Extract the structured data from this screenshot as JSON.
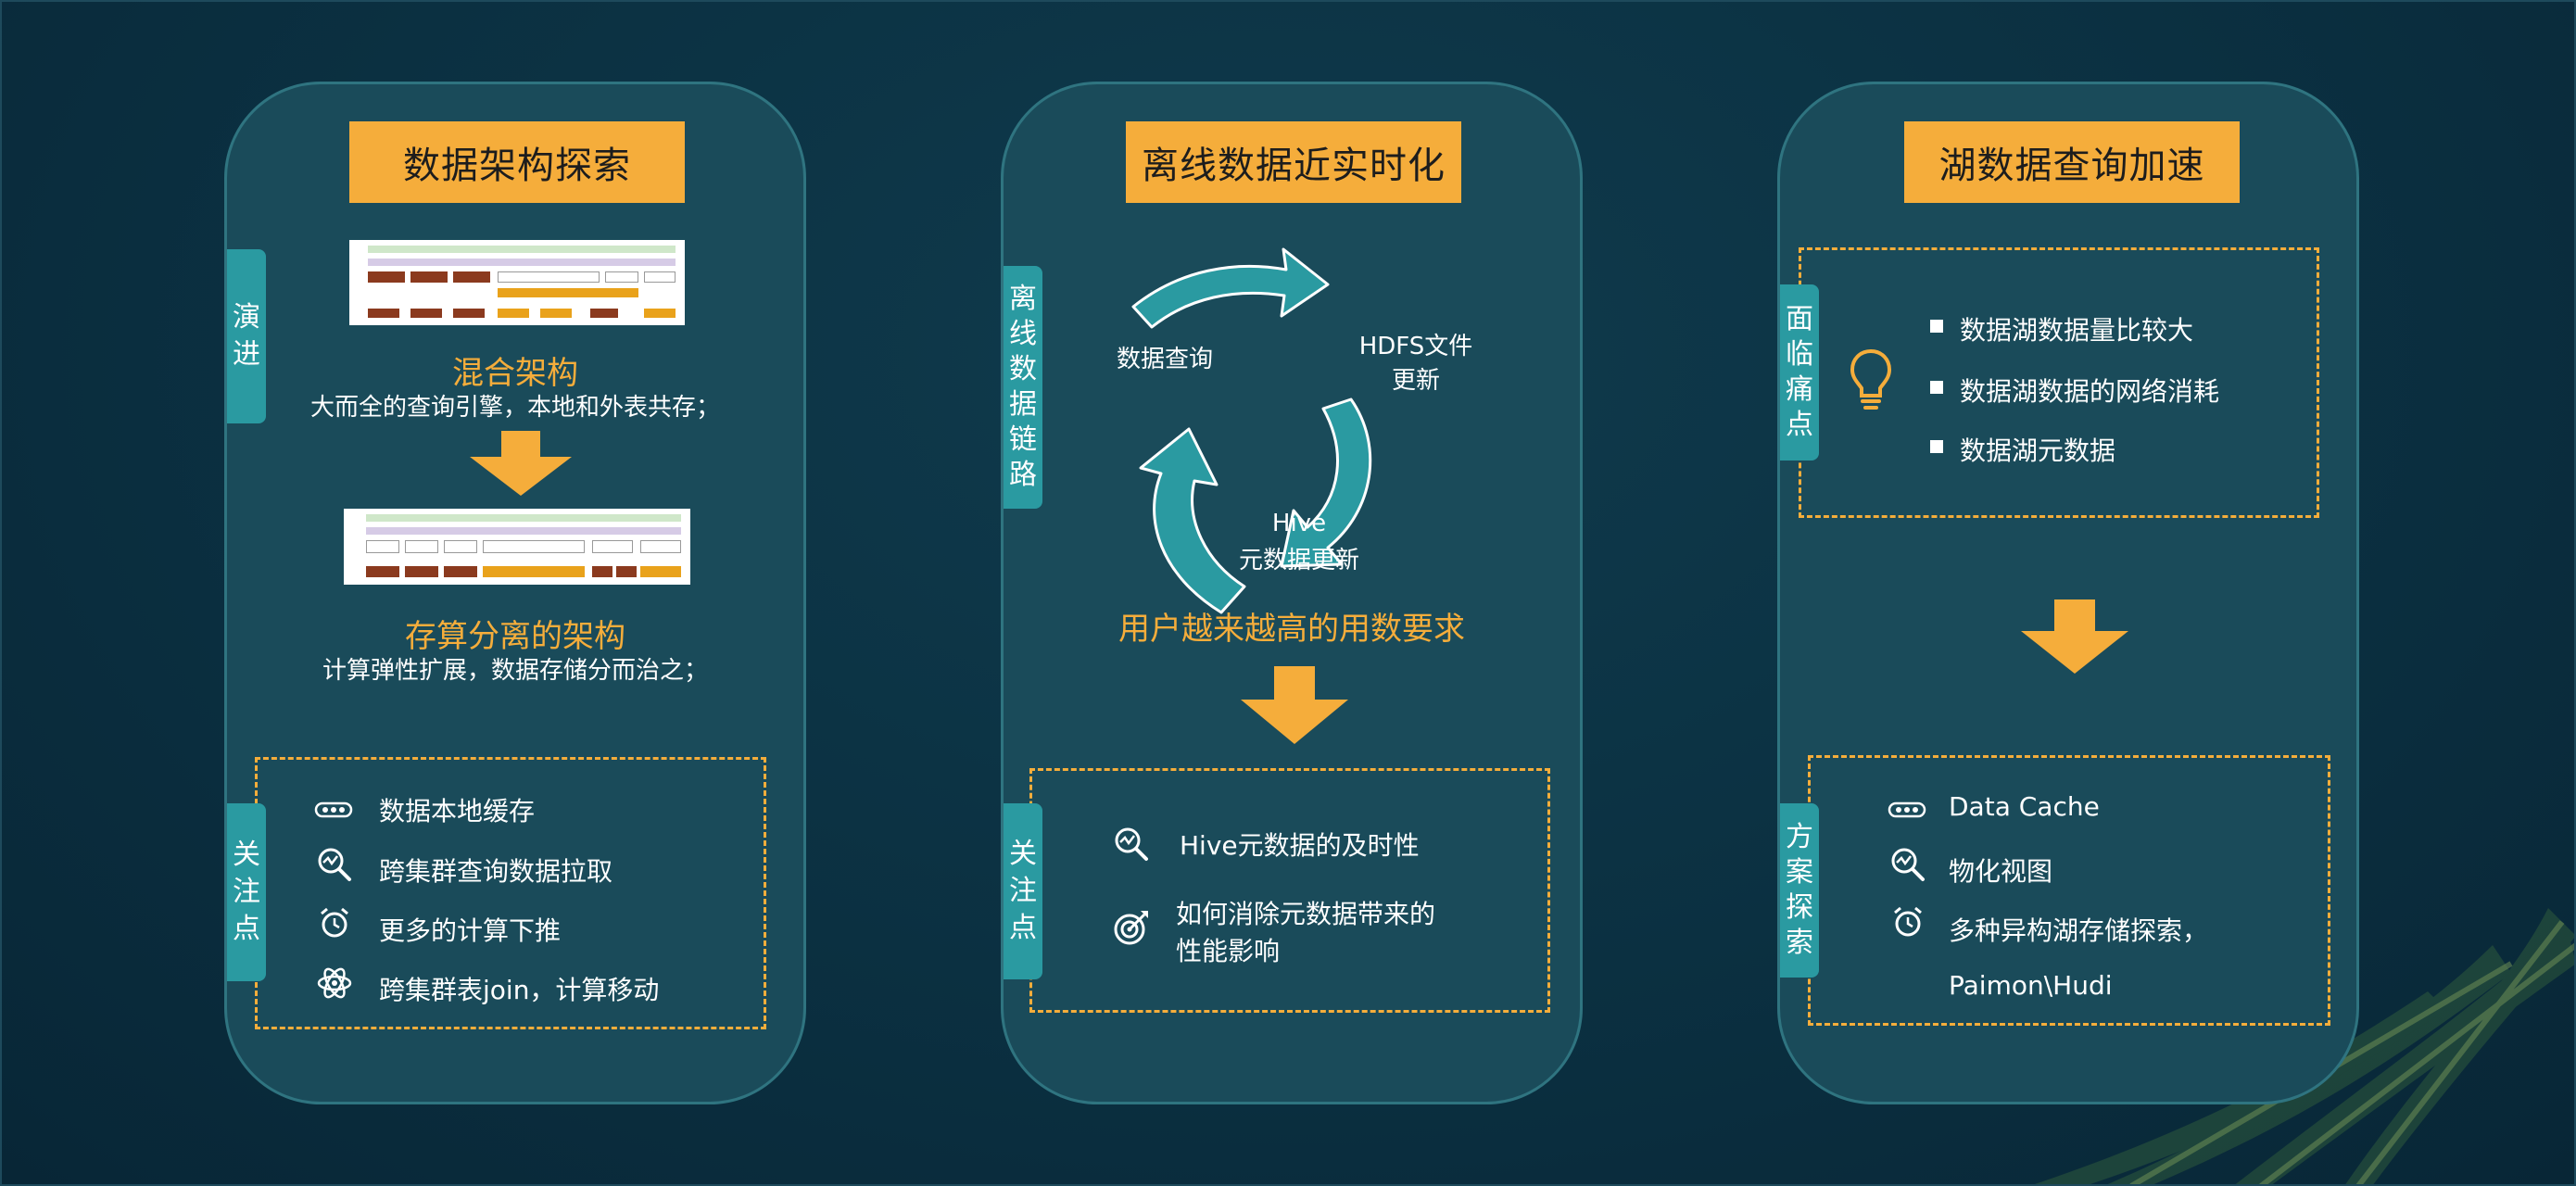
{
  "colors": {
    "accent": "#f5ad3b",
    "tab": "#2a9aa1",
    "panel": "#1a4b5a",
    "background": "#0b3041"
  },
  "panel1": {
    "title": "数据架构探索",
    "tab_top": [
      "演",
      "进"
    ],
    "stage1_title": "混合架构",
    "stage1_desc": "大而全的查询引擎，本地和外表共存；",
    "stage2_title": "存算分离的架构",
    "stage2_desc": "计算弹性扩展，数据存储分而治之；",
    "tab_bottom": [
      "关",
      "注",
      "点"
    ],
    "items": [
      {
        "icon": "cloud-data-icon",
        "label": "数据本地缓存"
      },
      {
        "icon": "search-chart-icon",
        "label": "跨集群查询数据拉取"
      },
      {
        "icon": "alarm-clock-icon",
        "label": "更多的计算下推"
      },
      {
        "icon": "atom-icon",
        "label": "跨集群表join，计算移动"
      }
    ]
  },
  "panel2": {
    "title": "离线数据近实时化",
    "tab_top": [
      "离",
      "线",
      "数",
      "据",
      "链",
      "路"
    ],
    "cycle": {
      "left": "数据查询",
      "right_line1": "HDFS文件",
      "right_line2": "更新",
      "bottom_line1": "Hive",
      "bottom_line2": "元数据更新"
    },
    "headline": "用户越来越高的用数要求",
    "tab_bottom": [
      "关",
      "注",
      "点"
    ],
    "items": [
      {
        "icon": "search-chart-icon",
        "label": "Hive元数据的及时性"
      },
      {
        "icon": "target-icon",
        "label_line1": "如何消除元数据带来的",
        "label_line2": "性能影响"
      }
    ]
  },
  "panel3": {
    "title": "湖数据查询加速",
    "tab_top": [
      "面",
      "临",
      "痛",
      "点"
    ],
    "pain_points": [
      "数据湖数据量比较大",
      "数据湖数据的网络消耗",
      "数据湖元数据"
    ],
    "tab_bottom": [
      "方",
      "案",
      "探",
      "索"
    ],
    "items": [
      {
        "icon": "cloud-data-icon",
        "label": "Data Cache"
      },
      {
        "icon": "search-chart-icon",
        "label": "物化视图"
      },
      {
        "icon": "alarm-clock-icon",
        "label": "多种异构湖存储探索，"
      },
      {
        "icon": "",
        "label": "Paimon\\Hudi"
      }
    ]
  }
}
